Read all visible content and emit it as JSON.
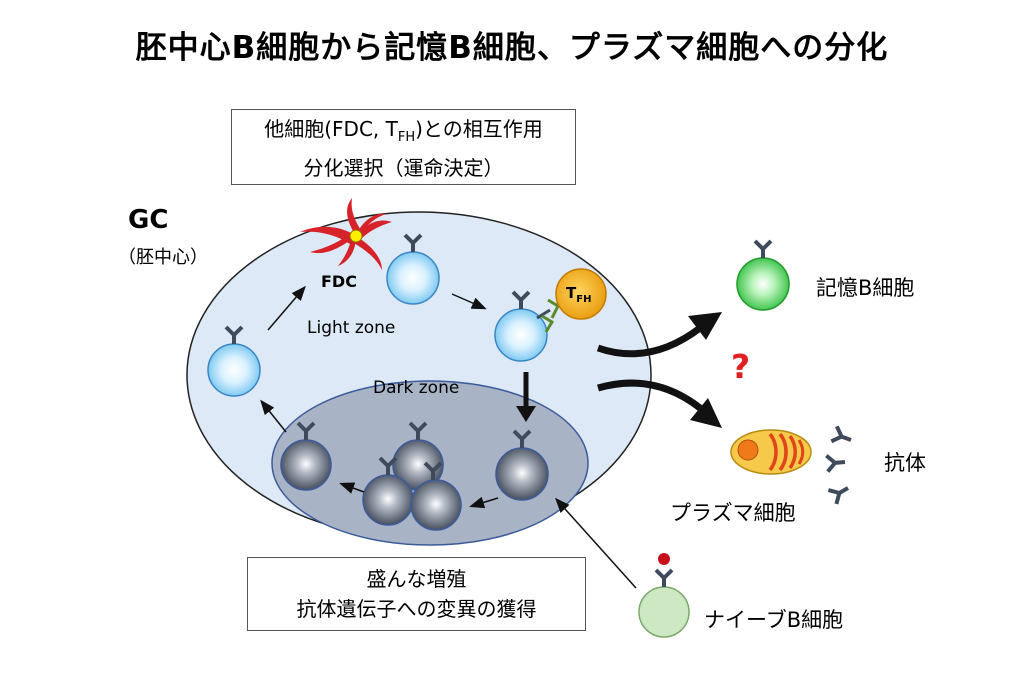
{
  "title": "胚中心B細胞から記憶B細胞、プラズマ細胞への分化",
  "top_box": {
    "line1_prefix": "他細胞(FDC, T",
    "line1_sub": "FH",
    "line1_suffix": ")との相互作用",
    "line2": "分化選択（運命決定）"
  },
  "gc": {
    "label": "GC",
    "sub": "（胚中心）"
  },
  "zones": {
    "light": "Light zone",
    "dark": "Dark zone"
  },
  "fdc_label": "FDC",
  "tfh": {
    "main": "T",
    "sub": "FH"
  },
  "outcomes": {
    "memory": "記憶B細胞",
    "plasma": "プラズマ細胞",
    "antibody": "抗体",
    "question": "?"
  },
  "naive_label": "ナイーブB細胞",
  "bottom_box": {
    "line1": "盛んな増殖",
    "line2": "抗体遺伝子への変異の獲得"
  },
  "colors": {
    "gc_fill": "#dde9f6",
    "dark_zone_fill": "#a9b3c6",
    "fdc": "#d8222a",
    "tfh": "#f2b31c",
    "memory_cell": "#4fd35a",
    "naive_cell": "#cfe8c4",
    "antigen": "#c8101a",
    "plasma_cell": "#f6c94a",
    "question": "#e02020"
  }
}
